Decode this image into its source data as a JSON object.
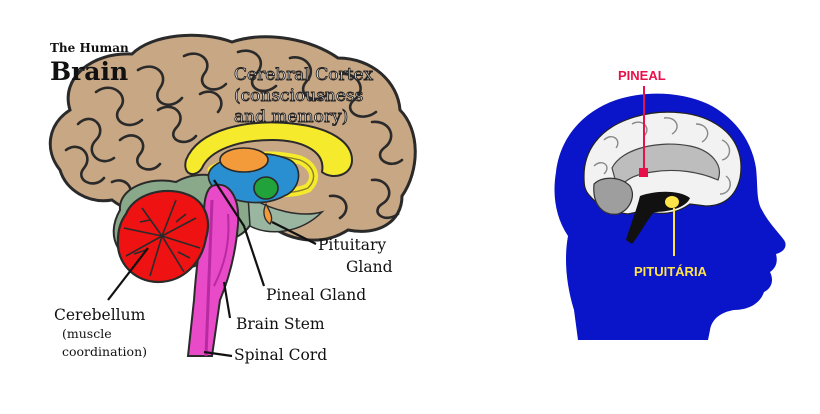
{
  "left_diagram": {
    "header_small": "The Human",
    "header_big": "Brain",
    "cortex_label": [
      "Cerebral Cortex",
      "(consciousness",
      "and memory)"
    ],
    "pituitary_label": [
      "Pituitary",
      "Gland"
    ],
    "pineal_label": "Pineal Gland",
    "brainstem_label": "Brain Stem",
    "spinal_label": "Spinal Cord",
    "cerebellum_label": "Cerebellum",
    "cerebellum_note": [
      "(muscle",
      "coordination)"
    ]
  },
  "right_diagram": {
    "pineal_label": "PINEAL",
    "pituitary_label": "PITUITÁRIA",
    "colors": {
      "head": "#0a14c8",
      "pineal": "#e8104a",
      "pituitary": "#ffe54a"
    }
  }
}
